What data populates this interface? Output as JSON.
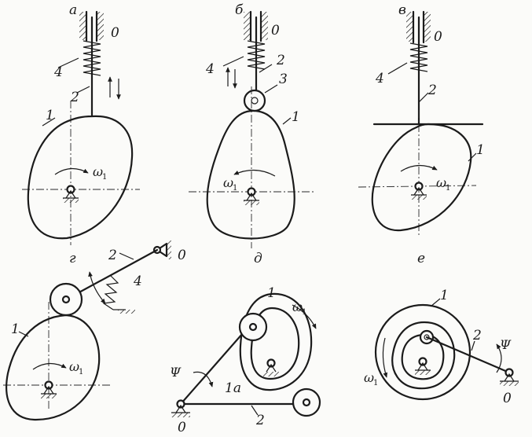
{
  "panels": {
    "a": {
      "letter": "а",
      "n0": "0",
      "n1": "1",
      "n2": "2",
      "n4": "4",
      "omega": "ω",
      "omega_sub": "1"
    },
    "b": {
      "letter": "б",
      "n0": "0",
      "n1": "1",
      "n2": "2",
      "n3": "3",
      "n4": "4",
      "omega": "ω",
      "omega_sub": "1"
    },
    "v": {
      "letter": "в",
      "n0": "0",
      "n1": "1",
      "n2": "2",
      "n4": "4",
      "omega": "ω",
      "omega_sub": "1"
    },
    "g": {
      "letter": "г",
      "n0": "0",
      "n1": "1",
      "n2": "2",
      "n4": "4",
      "omega": "ω",
      "omega_sub": "1"
    },
    "d": {
      "letter": "д",
      "n0": "0",
      "n1": "1",
      "n1a": "1а",
      "n2": "2",
      "psi": "Ψ",
      "omega": "ω",
      "omega_sub": "1"
    },
    "e": {
      "letter": "е",
      "n0": "0",
      "n1": "1",
      "n2": "2",
      "psi": "Ψ",
      "omega": "ω",
      "omega_sub": "1"
    }
  }
}
